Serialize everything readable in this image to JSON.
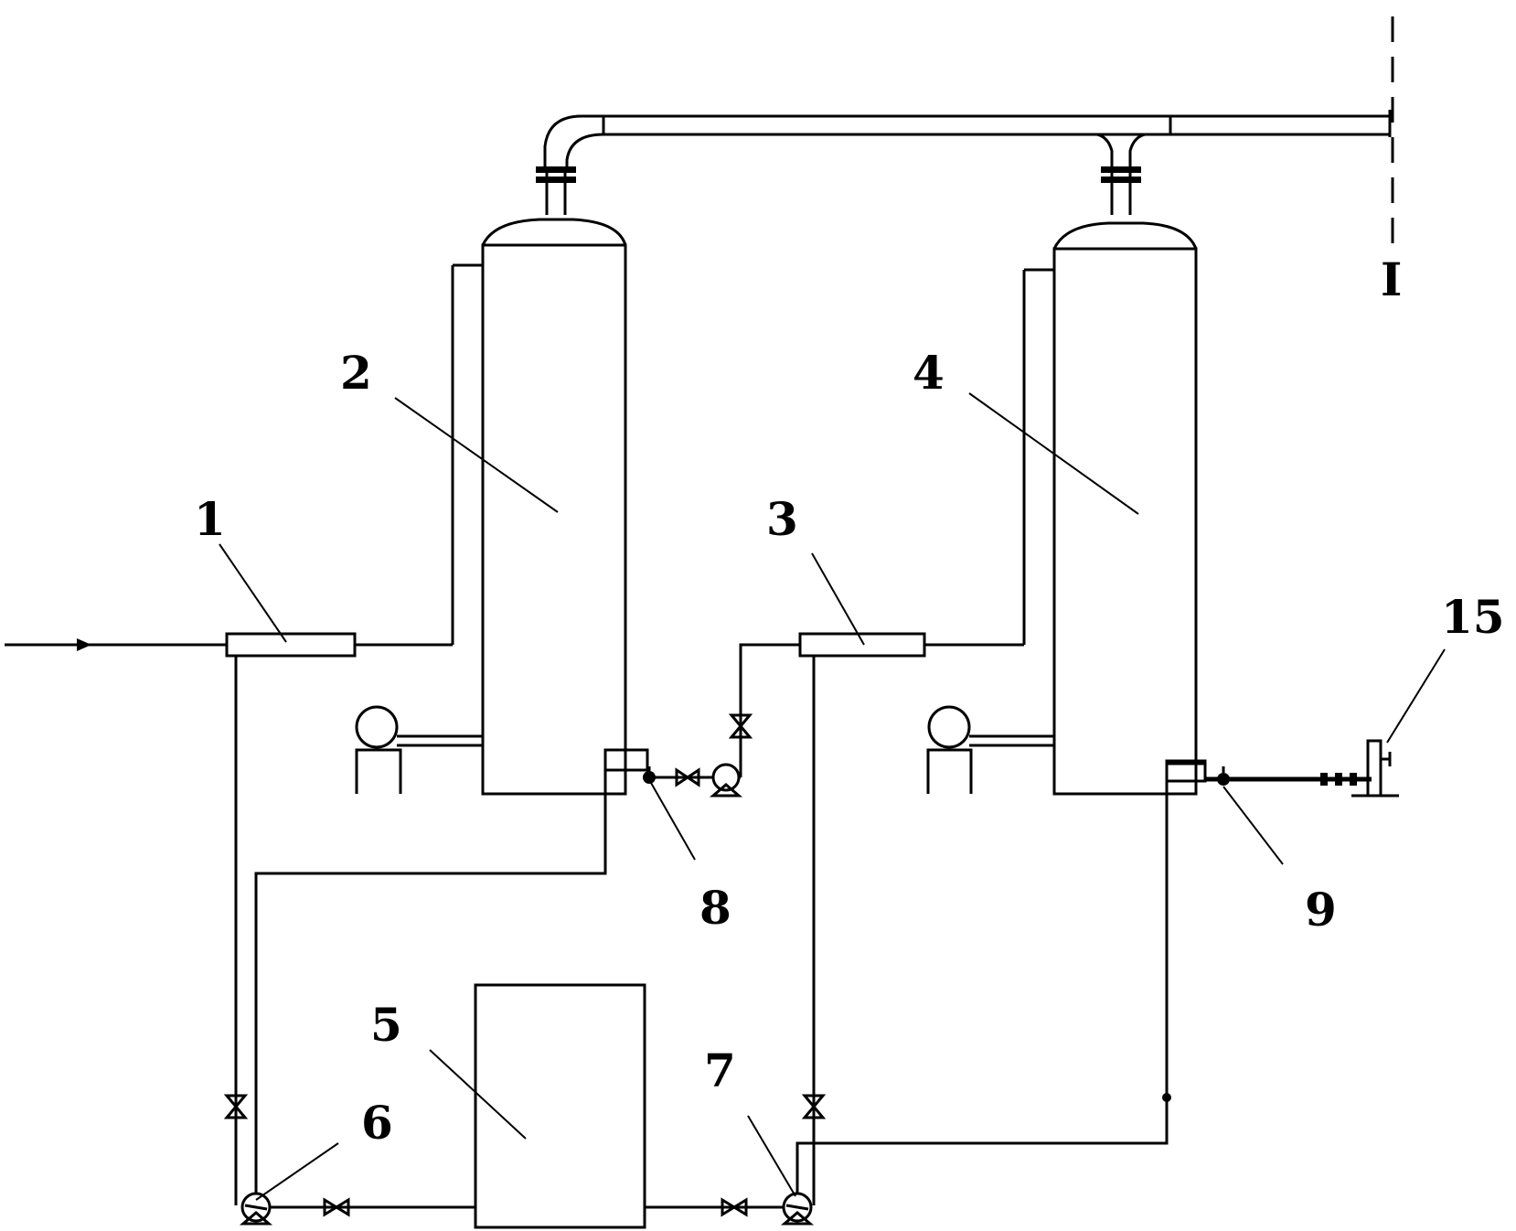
{
  "labels": {
    "heat_exchanger_1": "1",
    "tower_2": "2",
    "heat_exchanger_3": "3",
    "tower_4": "4",
    "tank_5": "5",
    "pump_6": "6",
    "pump_7": "7",
    "valve_8": "8",
    "valve_9": "9",
    "outlet_15": "15",
    "section_mark": "I"
  }
}
